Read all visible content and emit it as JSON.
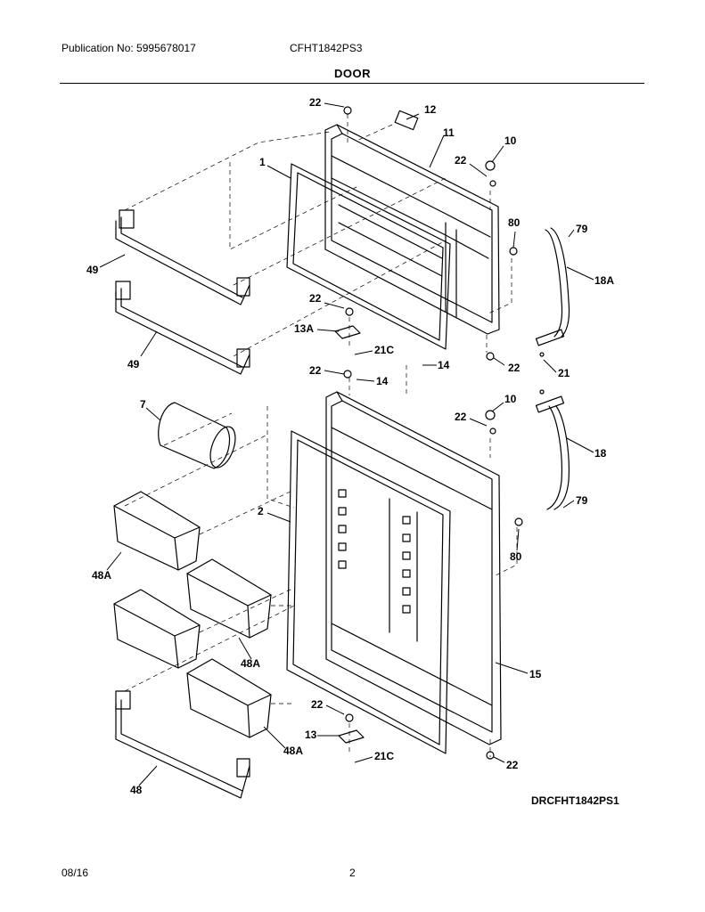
{
  "header": {
    "publication": "Publication No: 5995678017",
    "model": "CFHT1842PS3",
    "section": "DOOR"
  },
  "footer": {
    "date": "08/16",
    "page": "2"
  },
  "diagram_code": "DRCFHT1842PS1",
  "callouts": {
    "c22a": "22",
    "c12": "12",
    "c11": "11",
    "c10a": "10",
    "c22b": "22",
    "c1": "1",
    "c80a": "80",
    "c79a": "79",
    "c18a": "18A",
    "c49a": "49",
    "c22c": "22",
    "c13a": "13A",
    "c21ca": "21C",
    "c49b": "49",
    "c22d": "22",
    "c14a": "14",
    "c14b": "14",
    "c22e": "22",
    "c21": "21",
    "c7": "7",
    "c10b": "10",
    "c22f": "22",
    "c18": "18",
    "c2": "2",
    "c79b": "79",
    "c80b": "80",
    "c48aa": "48A",
    "c48ab": "48A",
    "c15": "15",
    "c22g": "22",
    "c13": "13",
    "c48ac": "48A",
    "c21cb": "21C",
    "c22h": "22",
    "c48": "48"
  }
}
